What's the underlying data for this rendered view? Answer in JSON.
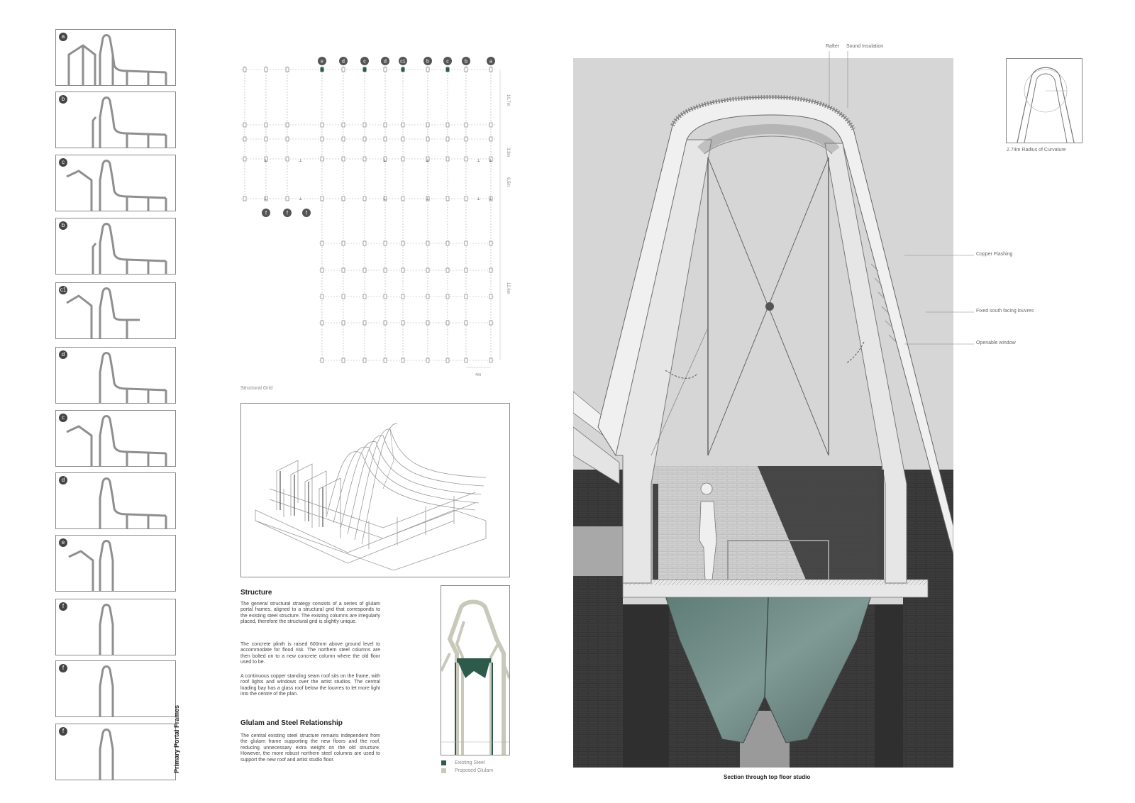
{
  "portal_frames": {
    "title": "Primary Portal Frames",
    "items": [
      {
        "label": "a"
      },
      {
        "label": "b"
      },
      {
        "label": "c"
      },
      {
        "label": "b"
      },
      {
        "label": "c1"
      },
      {
        "label": "d"
      },
      {
        "label": "c"
      },
      {
        "label": "d"
      },
      {
        "label": "e"
      },
      {
        "label": "f"
      },
      {
        "label": "f"
      },
      {
        "label": "f"
      }
    ]
  },
  "structural_grid": {
    "caption": "Structural Grid",
    "top_labels": [
      "e",
      "d",
      "c",
      "d",
      "c1",
      "b",
      "c",
      "b",
      "a"
    ],
    "bottom_labels": [
      "f",
      "f",
      "f"
    ],
    "dimensions": [
      "10.7m",
      "3.3m",
      "6.5m",
      "12.6m",
      "4m"
    ]
  },
  "structure": {
    "heading": "Structure",
    "paragraphs": [
      "The general structural strategy consists of a series of glulam portal frames, aligned to a structural grid that corresponds to the existing steel structure. The existing columns are irregularly placed, therefore the structural grid is slightly unique.",
      "The concrete plinth is raised 600mm above ground level to accommodate for flood risk. The northern steel columns are then bolted on to a new concrete column where the old floor used to be.",
      "A continuous copper standing seam roof sits on the frame, with roof lights and windows over the artist studios. The central loading bay has a glass roof below the louvres to let more light into the centre of the plan."
    ]
  },
  "glulam": {
    "heading": "Glulam and Steel Relationship",
    "paragraph": "The central existing steel structure remains independent from the glulam frame supporting the new floors and the roof, reducing unnecessary extra weight on the old structure. However, the more robust northern steel columns are used to support the new roof and artist studio floor."
  },
  "legend": {
    "items": [
      {
        "label": "Existing Steel",
        "color": "#2e5a4c"
      },
      {
        "label": "Proposed Glulam",
        "color": "#c9c9bb"
      }
    ]
  },
  "section": {
    "caption": "Section through top floor studio",
    "annotations": {
      "rafter": "Rafter",
      "sound_insulation": "Sound Insulation",
      "copper_flashing": "Copper Flashing",
      "louvres": "Fixed south facing louvres",
      "window": "Openable window"
    }
  },
  "radius": {
    "caption": "2.74m Radius of Curvature"
  },
  "colors": {
    "steel": "#2e5a4c",
    "glulam": "#c9c9bb",
    "hopper": "#6e8a84",
    "brick": "#3a3a3a"
  }
}
